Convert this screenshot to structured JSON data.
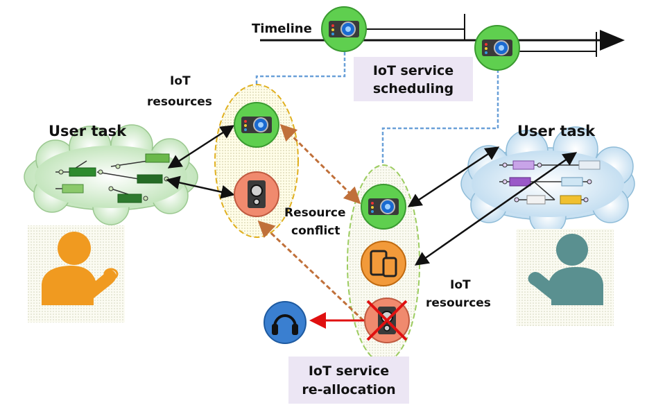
{
  "timeline": {
    "label": "Timeline"
  },
  "scheduling": {
    "line1": "IoT service",
    "line2": "scheduling"
  },
  "reallocation": {
    "line1": "IoT service",
    "line2": "re-allocation"
  },
  "resources_left": {
    "line1": "IoT",
    "line2": "resources"
  },
  "resources_right": {
    "line1": "IoT",
    "line2": "resources"
  },
  "user_task_left": {
    "label": "User task"
  },
  "user_task_right": {
    "label": "User task"
  },
  "conflict": {
    "line1": "Resource",
    "line2": "conflict"
  },
  "colors": {
    "projector_bg": "#5fcf4f",
    "speaker_bg": "#f08a6e",
    "tablet_bg": "#f29a3a",
    "headphone_bg": "#3a7fd0",
    "conflict_arrow": "#c0703a",
    "realloc_arrow": "#e01010",
    "box_fill": "#ece6f4"
  },
  "icons": [
    "projector-icon",
    "speaker-icon",
    "tablet-icon",
    "headphones-icon",
    "person-icon",
    "cloud-icon"
  ]
}
